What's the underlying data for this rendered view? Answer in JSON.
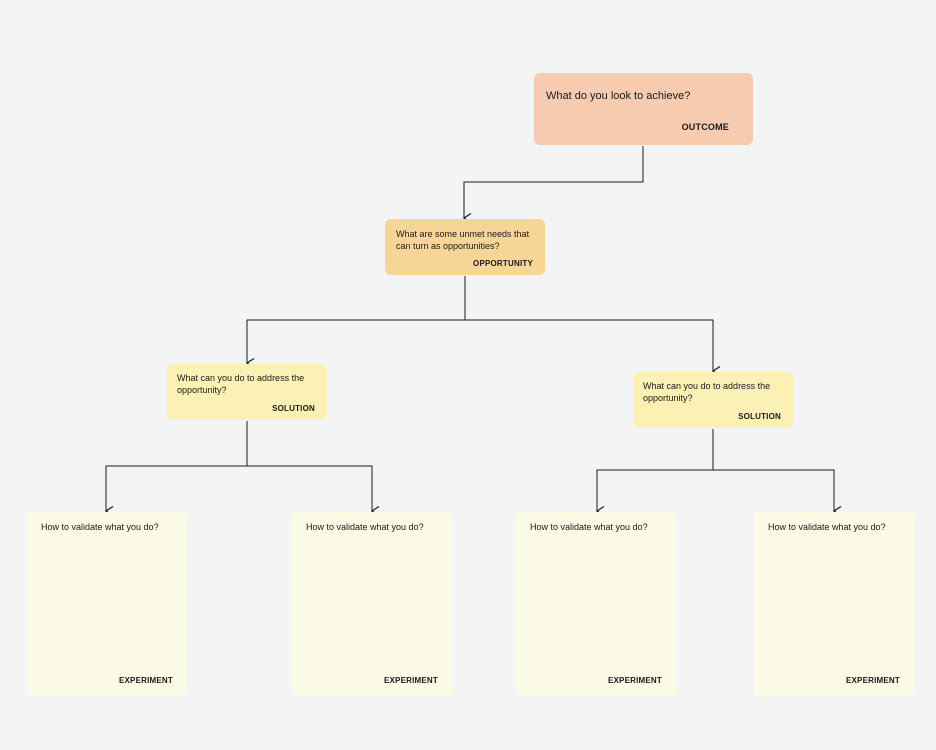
{
  "outcome": {
    "question": "What do you look to achieve?",
    "tag": "OUTCOME"
  },
  "opportunity": {
    "question": "What are some unmet needs that can turn as opportunities?",
    "tag": "OPPORTUNITY"
  },
  "solutions": [
    {
      "question": "What can you do to address the opportunity?",
      "tag": "SOLUTION"
    },
    {
      "question": "What can you do to address the opportunity?",
      "tag": "SOLUTION"
    }
  ],
  "experiments": [
    {
      "question": "How to validate what you do?",
      "tag": "EXPERIMENT"
    },
    {
      "question": "How to validate what you do?",
      "tag": "EXPERIMENT"
    },
    {
      "question": "How to validate what you do?",
      "tag": "EXPERIMENT"
    },
    {
      "question": "How to validate what you do?",
      "tag": "EXPERIMENT"
    }
  ],
  "colors": {
    "background": "#f3f4f4",
    "outcome": "#f7cbb0",
    "opportunity": "#f7d596",
    "solution": "#fbf1b4",
    "experiment": "#fcfbe6",
    "connector": "#1a1a1a"
  }
}
